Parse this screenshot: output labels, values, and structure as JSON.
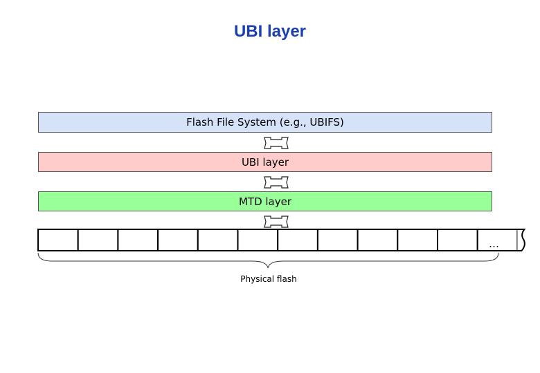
{
  "title": "UBI  layer",
  "colors": {
    "title": "#1a3fb0",
    "fs_fill": "#d6e2f8",
    "ubi_fill": "#ffcccc",
    "mtd_fill": "#99ff99"
  },
  "layers": [
    {
      "label": "Flash File System (e.g., UBIFS)"
    },
    {
      "label": "UBI layer"
    },
    {
      "label": "MTD layer"
    }
  ],
  "arrow_icon": "double-arrow-icon",
  "flash": {
    "block_count": 12,
    "ellipsis": "…",
    "caption": "Physical flash"
  }
}
